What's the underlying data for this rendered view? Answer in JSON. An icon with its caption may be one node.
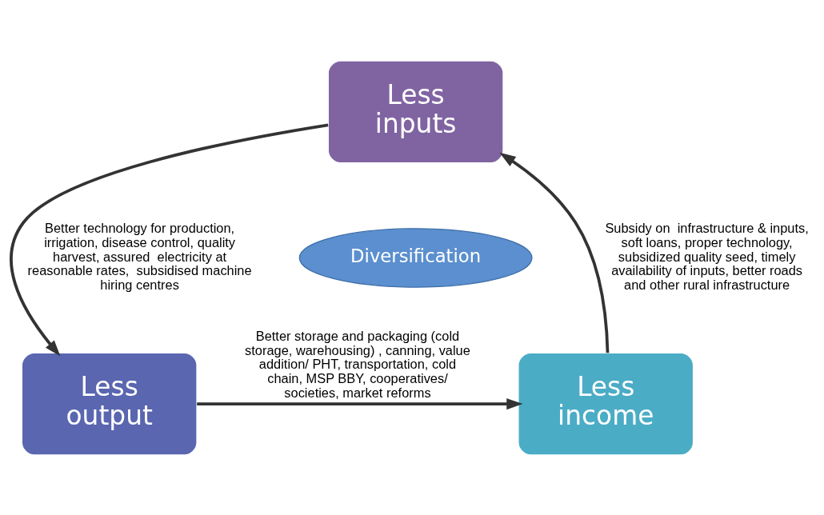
{
  "diagram": {
    "nodes": [
      {
        "text": [
          "Less inputs"
        ]
      },
      {
        "text": [
          "Less output"
        ]
      },
      {
        "text": [
          "Less income"
        ]
      },
      {
        "text": [
          "Diversification"
        ]
      }
    ],
    "edges": [
      {
        "from": 0,
        "to": 1,
        "arrow": "to",
        "label": "Better technology for production, irrigation, disease control, quality harvest, assured  electricity at reasonable rates,  subsidised machine hiring centres"
      },
      {
        "from": 1,
        "to": 2,
        "arrow": "to",
        "label": "Better storage and packaging (cold storage, warehousing) , canning, value addition/ PHT, transportation, cold chain, MSP BBY, cooperatives/ societies, market reforms"
      },
      {
        "from": 2,
        "to": 0,
        "arrow": "to",
        "label": "Subsidy on  infrastructure & inputs, soft loans, proper technology,  subsidized quality seed, timely availability of inputs, better roads and other rural infrastructure"
      }
    ]
  }
}
